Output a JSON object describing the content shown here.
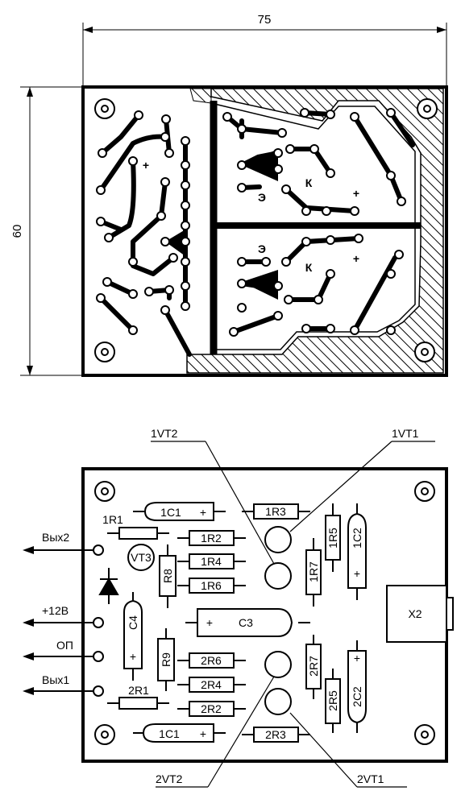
{
  "dimensions": {
    "width_label": "75",
    "height_label": "60"
  },
  "pcb": {
    "trace_labels": [
      {
        "id": "plus1",
        "text": "+"
      },
      {
        "id": "e1",
        "text": "Э"
      },
      {
        "id": "k1",
        "text": "К"
      },
      {
        "id": "plus2",
        "text": "+"
      },
      {
        "id": "e2",
        "text": "Э"
      },
      {
        "id": "k2",
        "text": "К"
      },
      {
        "id": "plus3",
        "text": "+"
      }
    ]
  },
  "assembly": {
    "callouts": {
      "vt2_top": "1VT2",
      "vt1_top": "1VT1",
      "vt2_bottom": "2VT2",
      "vt1_bottom": "2VT1"
    },
    "terminals": {
      "out2": "Вых2",
      "plus12": "+12В",
      "op": "ОП",
      "out1": "Вых1"
    },
    "components": {
      "c1_top": "1C1",
      "r3_top": "1R3",
      "r1_top": "1R1",
      "r2_top": "1R2",
      "vt3": "VT3",
      "r4_top": "1R4",
      "r8": "R8",
      "r6_top": "1R6",
      "r5_top": "1R5",
      "c2_top": "1C2",
      "r7_top": "1R7",
      "c4": "C4",
      "c3": "C3",
      "x2": "X2",
      "r9": "R9",
      "r6_bot": "2R6",
      "r7_bot": "2R7",
      "r4_bot": "2R4",
      "r5_bot": "2R5",
      "c2_bot": "2C2",
      "r1_bot": "2R1",
      "r2_bot": "2R2",
      "c1_bot": "1C1",
      "r3_bot": "2R3"
    },
    "plus_sign": "+"
  }
}
